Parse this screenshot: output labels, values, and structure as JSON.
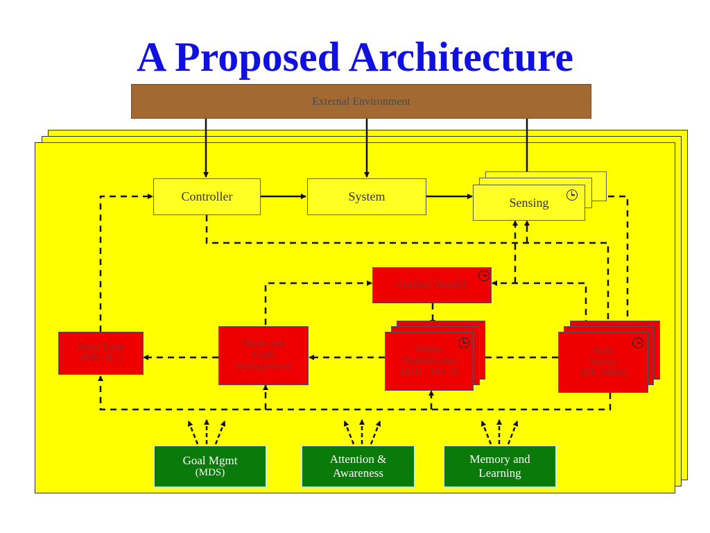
{
  "title": "A Proposed Architecture",
  "environment": "External Environment",
  "controller": "Controller",
  "system": "System",
  "sensing": "Sensing",
  "online_model": "Online Model",
  "inner_loop": {
    "line1": "Inner Loop",
    "line2": "(PID, H",
    "sub": "∞",
    "close": ")"
  },
  "mode_fault": {
    "line1": "Mode and",
    "line2": "Fault",
    "line3": "Management"
  },
  "online_opt": {
    "line1": "Online",
    "line2": "Optimization",
    "line3": "(RHC, MILP)"
  },
  "state_server": {
    "line1": "State",
    "line2": "Server",
    "line3": "(KF, MHE)"
  },
  "goal_mgmt": {
    "line1": "Goal Mgmt",
    "line2": "(MDS)"
  },
  "attention": {
    "line1": "Attention &",
    "line2": "Awareness"
  },
  "memory": {
    "line1": "Memory and",
    "line2": "Learning"
  },
  "colors": {
    "title": "#1010e0",
    "panel": "#ffff00",
    "environment": "#a26a32",
    "red_box": "#ee0000",
    "green_box": "#0a7a0a"
  },
  "icons": [
    "clock-icon"
  ]
}
